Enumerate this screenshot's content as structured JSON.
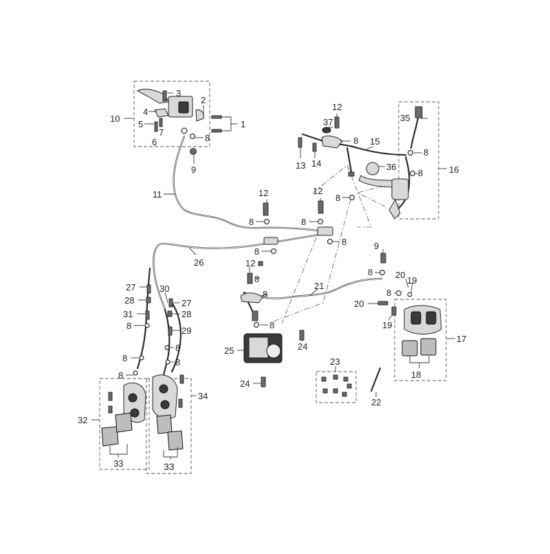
{
  "callouts": {
    "c1": "1",
    "c2": "2",
    "c3": "3",
    "c4": "4",
    "c5": "5",
    "c6": "6",
    "c7": "7",
    "c8": "8",
    "c9": "9",
    "c10": "10",
    "c11": "11",
    "c12": "12",
    "c13": "13",
    "c14": "14",
    "c15": "15",
    "c16": "16",
    "c17": "17",
    "c18": "18",
    "c19": "19",
    "c20": "20",
    "c21": "21",
    "c22": "22",
    "c23": "23",
    "c24": "24",
    "c25": "25",
    "c26": "26",
    "c27": "27",
    "c28": "28",
    "c29": "29",
    "c30": "30",
    "c31": "31",
    "c32": "32",
    "c33": "33",
    "c34": "34",
    "c35": "35",
    "c36": "36",
    "c37": "37"
  },
  "colors": {
    "line": "#2b2b2b",
    "part_fill": "#d9d9d9",
    "background": "#ffffff"
  }
}
